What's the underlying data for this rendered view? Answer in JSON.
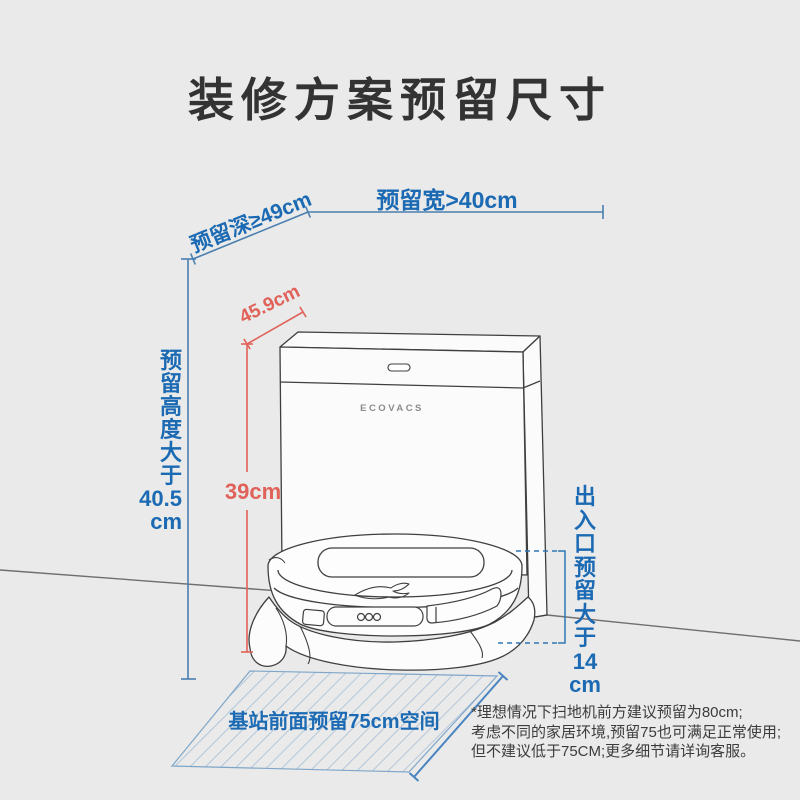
{
  "title": "装修方案预留尺寸",
  "labels": {
    "depth": "预留深≥49cm",
    "width": "预留宽>40cm",
    "height_v": "预\n留\n高\n度\n大\n于\n40.5\ncm",
    "diag": "45.9cm",
    "body_h": "39cm",
    "exit_v": "出\n入\n口\n预\n留\n大\n于\n14\ncm",
    "front": "基站前面预留75cm空间"
  },
  "footnote": "*理想情况下扫地机前方建议预留为80cm;\n考虑不同的家居环境,预留75也可满足正常使用;\n但不建议低于75CM;更多细节请详询客服。",
  "brand": "ECOVACS",
  "colors": {
    "dimension_blue": "#1b6ab3",
    "dimension_red": "#e0625a",
    "line_art": "#3f3f3f",
    "background": "#e9eae9",
    "hatch": "#b3c6da"
  }
}
